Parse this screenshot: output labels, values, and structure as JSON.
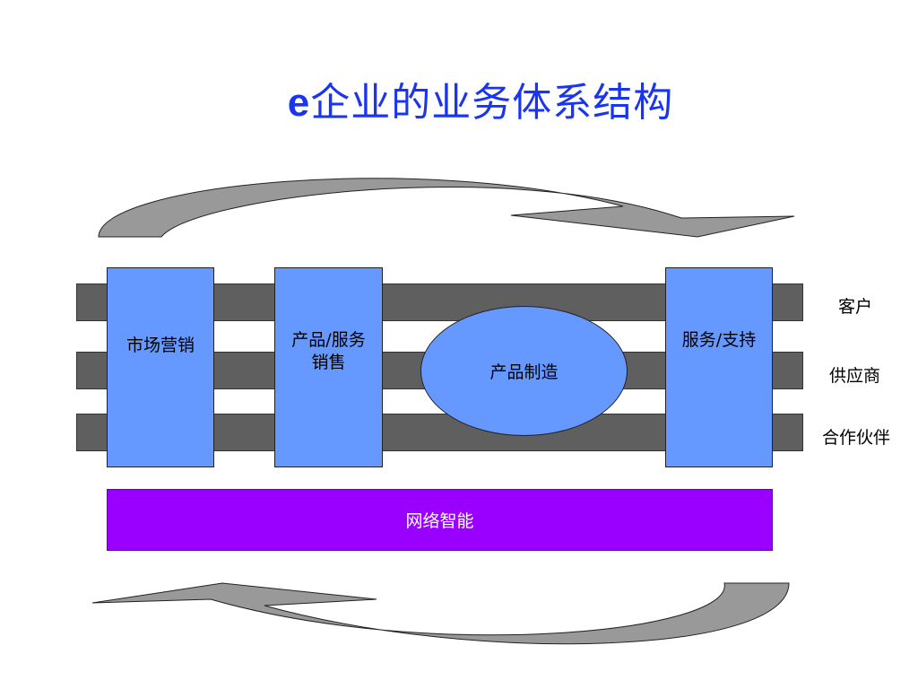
{
  "title": {
    "prefix": "e",
    "main": "企业的业务体系结构"
  },
  "pillars": [
    {
      "line1": "市场营销",
      "line2": ""
    },
    {
      "line1": "产品/服务",
      "line2": "销售"
    },
    {
      "line1": "服务/支持",
      "line2": ""
    }
  ],
  "center_process": "产品制造",
  "bottom_bar": "网络智能",
  "side_labels": [
    "客户",
    "供应商",
    "合作伙伴"
  ],
  "colors": {
    "title": "#1a35f0",
    "pillar": "#6699ff",
    "band": "#5f5f5f",
    "network": "#9900ff",
    "arrow": "#999999"
  }
}
